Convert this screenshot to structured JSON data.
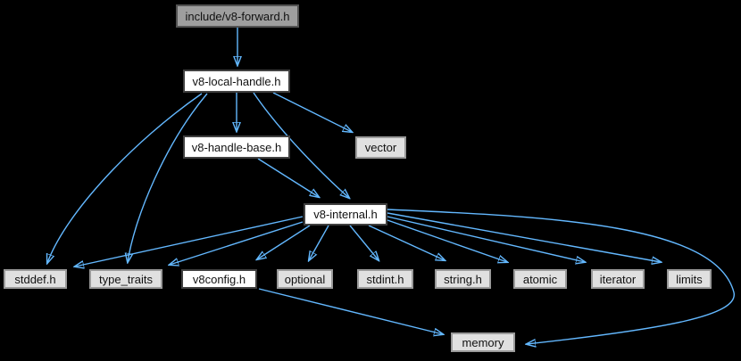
{
  "diagram": {
    "type": "include-dependency-graph",
    "edge_color": "#63B8FF",
    "background_color": "#000000",
    "node_colors": {
      "current_fill": "#9e9e9e",
      "project_fill": "#ffffff",
      "external_fill": "#e0e0e0"
    }
  },
  "nodes": {
    "forward": {
      "label": "include/v8-forward.h",
      "kind": "current"
    },
    "local_handle": {
      "label": "v8-local-handle.h",
      "kind": "project"
    },
    "handle_base": {
      "label": "v8-handle-base.h",
      "kind": "project"
    },
    "vector": {
      "label": "vector",
      "kind": "external"
    },
    "internal": {
      "label": "v8-internal.h",
      "kind": "project"
    },
    "stddef": {
      "label": "stddef.h",
      "kind": "external"
    },
    "type_traits": {
      "label": "type_traits",
      "kind": "external"
    },
    "v8config": {
      "label": "v8config.h",
      "kind": "project"
    },
    "optional": {
      "label": "optional",
      "kind": "external"
    },
    "stdint": {
      "label": "stdint.h",
      "kind": "external"
    },
    "string": {
      "label": "string.h",
      "kind": "external"
    },
    "atomic": {
      "label": "atomic",
      "kind": "external"
    },
    "iterator": {
      "label": "iterator",
      "kind": "external"
    },
    "limits": {
      "label": "limits",
      "kind": "external"
    },
    "memory": {
      "label": "memory",
      "kind": "external"
    }
  },
  "edges": [
    {
      "from": "include/v8-forward.h",
      "to": "v8-local-handle.h"
    },
    {
      "from": "v8-local-handle.h",
      "to": "v8-handle-base.h"
    },
    {
      "from": "v8-local-handle.h",
      "to": "v8-internal.h"
    },
    {
      "from": "v8-local-handle.h",
      "to": "vector"
    },
    {
      "from": "v8-local-handle.h",
      "to": "stddef.h"
    },
    {
      "from": "v8-local-handle.h",
      "to": "type_traits"
    },
    {
      "from": "v8-handle-base.h",
      "to": "v8-internal.h"
    },
    {
      "from": "v8-internal.h",
      "to": "stddef.h"
    },
    {
      "from": "v8-internal.h",
      "to": "type_traits"
    },
    {
      "from": "v8-internal.h",
      "to": "v8config.h"
    },
    {
      "from": "v8-internal.h",
      "to": "optional"
    },
    {
      "from": "v8-internal.h",
      "to": "stdint.h"
    },
    {
      "from": "v8-internal.h",
      "to": "string.h"
    },
    {
      "from": "v8-internal.h",
      "to": "atomic"
    },
    {
      "from": "v8-internal.h",
      "to": "iterator"
    },
    {
      "from": "v8-internal.h",
      "to": "limits"
    },
    {
      "from": "v8-internal.h",
      "to": "memory"
    },
    {
      "from": "v8config.h",
      "to": "memory"
    }
  ]
}
